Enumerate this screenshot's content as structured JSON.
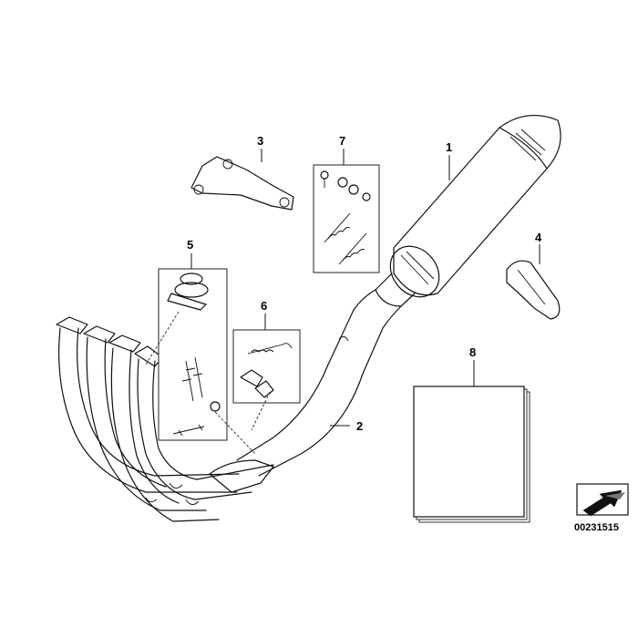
{
  "diagram": {
    "callouts": [
      "1",
      "2",
      "3",
      "4",
      "5",
      "6",
      "7",
      "8"
    ],
    "reference_number": "00231515"
  }
}
